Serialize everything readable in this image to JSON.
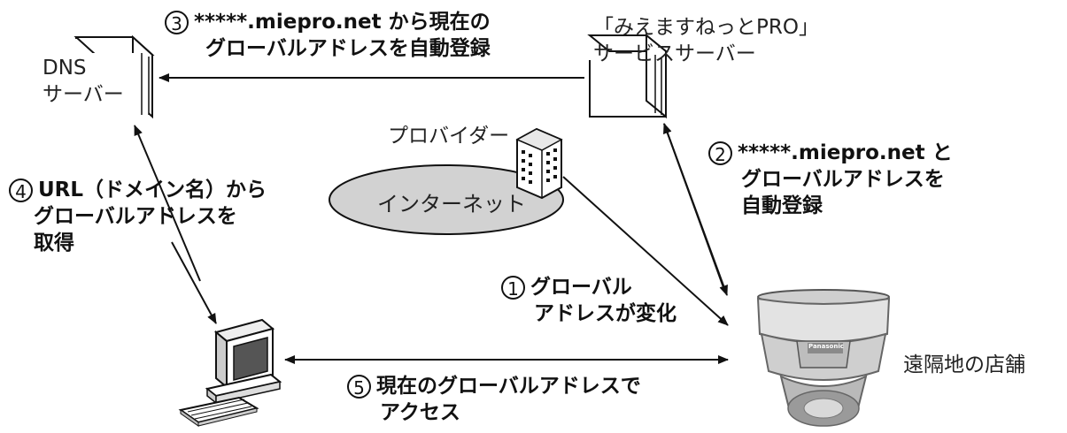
{
  "dns_server": {
    "line1": "DNS",
    "line2": "サーバー"
  },
  "miepro_server": {
    "line1": "「みえますねっとPRO」",
    "line2": "サービスサーバー"
  },
  "provider": {
    "label": "プロバイダー"
  },
  "internet": {
    "label": "インターネット"
  },
  "camera_site": {
    "label": "遠隔地の店舗"
  },
  "camera_brand": {
    "label": "Panasonic"
  },
  "steps": {
    "s1": {
      "num": "1",
      "line1": "グローバル",
      "line2": "アドレスが変化"
    },
    "s2": {
      "num": "2",
      "line1": "*****.miepro.net と",
      "line2": "グローバルアドレスを",
      "line3": "自動登録"
    },
    "s3": {
      "num": "3",
      "line1": "*****.miepro.net から現在の",
      "line2": "グローバルアドレスを自動登録"
    },
    "s4": {
      "num": "4",
      "line1": "URL（ドメイン名）から",
      "line2": "グローバルアドレスを",
      "line3": "取得"
    },
    "s5": {
      "num": "5",
      "line1": "現在のグローバルアドレスで",
      "line2": "アクセス"
    }
  }
}
